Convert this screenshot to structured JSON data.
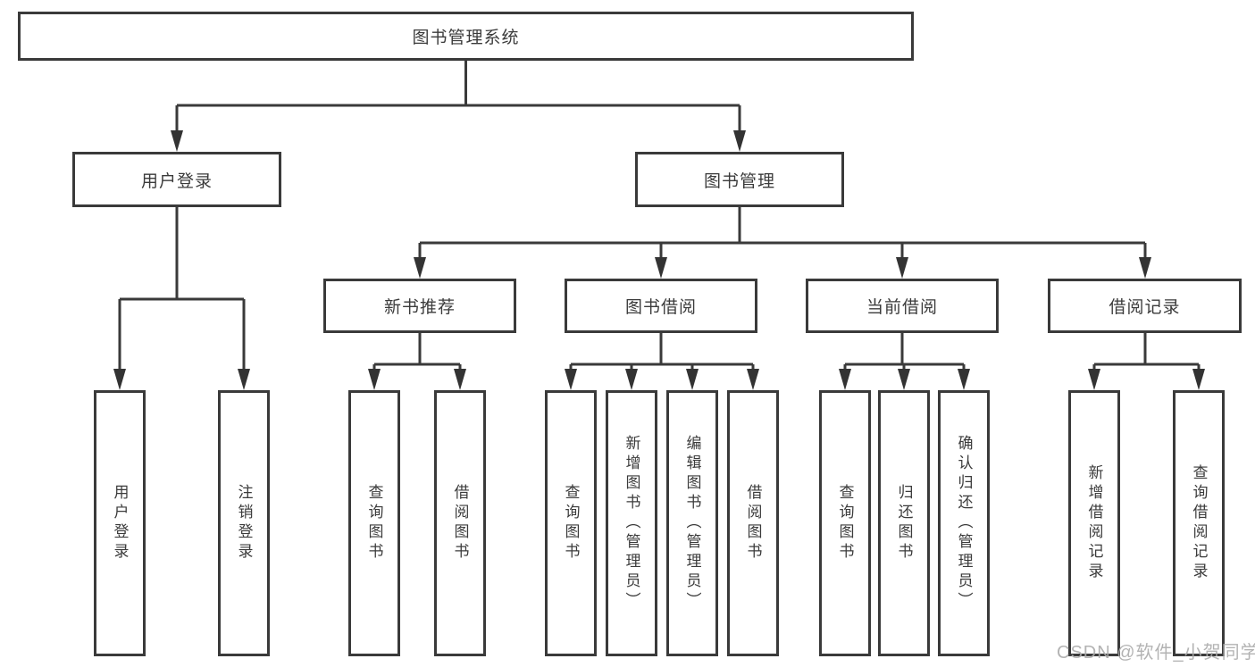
{
  "tree": {
    "label": "图书管理系统",
    "children": [
      {
        "label": "用户登录",
        "children": [
          {
            "label": "用户登录"
          },
          {
            "label": "注销登录"
          }
        ]
      },
      {
        "label": "图书管理",
        "children": [
          {
            "label": "新书推荐",
            "children": [
              {
                "label": "查询图书"
              },
              {
                "label": "借阅图书"
              }
            ]
          },
          {
            "label": "图书借阅",
            "children": [
              {
                "label": "查询图书"
              },
              {
                "label": "新增图书（管理员）"
              },
              {
                "label": "编辑图书（管理员）"
              },
              {
                "label": "借阅图书"
              }
            ]
          },
          {
            "label": "当前借阅",
            "children": [
              {
                "label": "查询图书"
              },
              {
                "label": "归还图书"
              },
              {
                "label": "确认归还（管理员）"
              }
            ]
          },
          {
            "label": "借阅记录",
            "children": [
              {
                "label": "新增借阅记录"
              },
              {
                "label": "查询借阅记录"
              }
            ]
          }
        ]
      }
    ]
  },
  "watermark": {
    "text": "CSDN @软件_小贺同学"
  },
  "colors": {
    "line": "#3a3a3a",
    "box_border": "#3a3a3a",
    "box_background": "#ffffff",
    "text": "#3b3b3b",
    "watermark": "#ababab",
    "page_background": "#ffffff"
  }
}
